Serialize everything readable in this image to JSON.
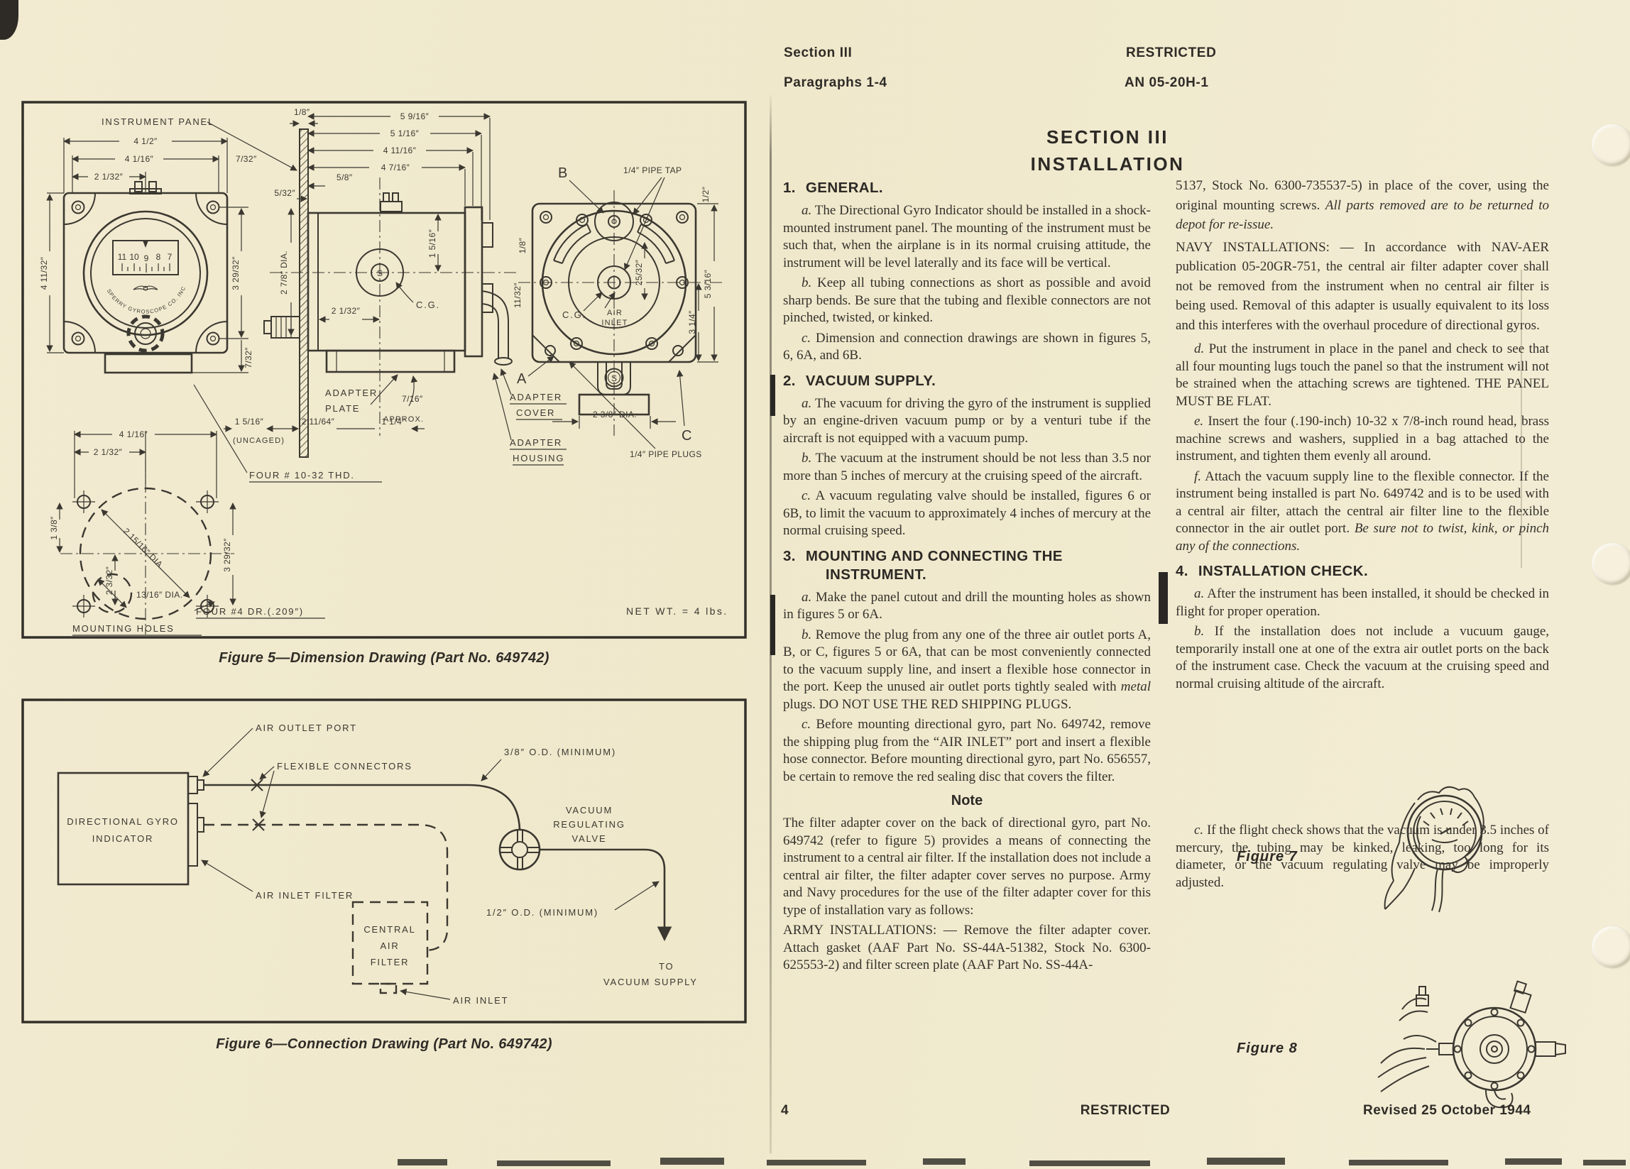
{
  "page": {
    "header": {
      "section": "Section III",
      "paragraphs": "Paragraphs 1-4",
      "restricted": "RESTRICTED",
      "doc_number": "AN 05-20H-1"
    },
    "title": {
      "line1": "SECTION III",
      "line2": "INSTALLATION"
    },
    "footer": {
      "page_number": "4",
      "restricted": "RESTRICTED",
      "revised": "Revised 25 October 1944"
    }
  },
  "figure5": {
    "caption": "Figure 5—Dimension Drawing (Part No. 649742)",
    "labels": {
      "instrument_panel": "INSTRUMENT PANEL",
      "adapter_plate1": "ADAPTER",
      "adapter_plate2": "PLATE",
      "uncaged": "(UNCAGED)",
      "four_10_32": "FOUR # 10-32 THD.",
      "mounting_holes": "MOUNTING HOLES",
      "four_4dr": "FOUR #4 DR.(.209″)",
      "adapter_cover1": "ADAPTER",
      "adapter_cover2": "COVER",
      "adapter_housing1": "ADAPTER",
      "adapter_housing2": "HOUSING",
      "pipe_plugs": "1/4″ PIPE PLUGS",
      "pipe_tap": "1/4″ PIPE TAP",
      "air1": "AIR",
      "air2": "INLET",
      "cg_side": "C.G.",
      "cg_rear": "C.G.",
      "a": "A",
      "b": "B",
      "c": "C",
      "s_side": "S",
      "s_rear": "S",
      "net_wt": "NET WT. = 4 lbs.",
      "approx": "APPROX.",
      "sperry": "SPERRY GYROSCOPE CO. INC. N.Y.",
      "n11": "11",
      "n10": "10",
      "n9": "9",
      "n8": "8",
      "n7": "7"
    },
    "dims": {
      "w45": "4 1/2″",
      "w4116": "4 1/16″",
      "w2132": "2 1/32″",
      "w732": "7/32″",
      "h41132": "4 11/32″",
      "h32932": "3 29/32″",
      "h732": "7/32″",
      "p18": "1/8″",
      "d5916": "5 9/16″",
      "d5116": "5 1/16″",
      "d41116": "4 11/16″",
      "d4716": "4 7/16″",
      "d58": "5/8″",
      "d532": "5/32″",
      "dia278": "2 7/8″ DIA.",
      "v1516": "1 5/16″",
      "s2132": "2 1/32″",
      "b1516": "1 5/16″",
      "b21164": "2 11/64″",
      "b716": "7/16″",
      "b114": "1 1/4″",
      "r18": "1/8″",
      "r1132": "11/32″",
      "r2532": "25/32″",
      "r5316": "5 3/16″",
      "r314": "3 1/4″",
      "r12": "1/2″",
      "dia238": "2 3/8″ DIA.",
      "m4116": "4 1/16″",
      "m2132": "2 1/32″",
      "m138": "1 3/8″",
      "m2332": "2 3/32″",
      "m32932": "3 29/32″",
      "dia21516": "2 15/16″ DIA.",
      "dia1316": "13/16″ DIA."
    }
  },
  "figure6": {
    "caption": "Figure 6—Connection Drawing (Part No. 649742)",
    "labels": {
      "air_outlet_port": "AIR OUTLET PORT",
      "flexible_connectors": "FLEXIBLE CONNECTORS",
      "dgi1": "DIRECTIONAL  GYRO",
      "dgi2": "INDICATOR",
      "air_inlet_filter": "AIR INLET FILTER",
      "od38": "3/8″ O.D. (MINIMUM)",
      "vrv1": "VACUUM",
      "vrv2": "REGULATING",
      "vrv3": "VALVE",
      "od12": "1/2″ O.D. (MINIMUM)",
      "to1": "TO",
      "to2": "VACUUM  SUPPLY",
      "caf1": "CENTRAL",
      "caf2": "AIR",
      "caf3": "FILTER",
      "air_inlet": "AIR INLET"
    }
  },
  "col1": {
    "h1": {
      "num": "1.",
      "text": "GENERAL."
    },
    "a1": {
      "lead": "a.",
      "text": "The Directional Gyro Indicator should be installed in a shock-mounted instrument panel. The mounting of the instrument must be such that, when the airplane is in its normal cruising attitude, the instrument will be level laterally and its face will be vertical."
    },
    "b1": {
      "lead": "b.",
      "text": "Keep all tubing connections as short as possible and avoid sharp bends. Be sure that the tubing and flexible connectors are not pinched, twisted, or kinked."
    },
    "c1": {
      "lead": "c.",
      "text": "Dimension and connection drawings are shown in figures 5, 6, 6A, and 6B."
    },
    "h2": {
      "num": "2.",
      "text": "VACUUM SUPPLY."
    },
    "a2": {
      "lead": "a.",
      "text": "The vacuum for driving the gyro of the instrument is supplied by an engine-driven vacuum pump or by a venturi tube if the aircraft is not equipped with a vacuum pump."
    },
    "b2": {
      "lead": "b.",
      "text": "The vacuum at the instrument should be not less than 3.5 nor more than 5 inches of mercury at the cruising speed of the aircraft."
    },
    "c2": {
      "lead": "c.",
      "text": "A vacuum regulating valve should be installed, figures 6 or 6B, to limit the vacuum to approximately 4 inches of mercury at the normal cruising speed."
    },
    "h3": {
      "num": "3.",
      "line1": "MOUNTING AND CONNECTING THE",
      "line2": "INSTRUMENT."
    },
    "a3": {
      "lead": "a.",
      "text": "Make the panel cutout and drill the mounting holes as shown in figures 5 or 6A."
    },
    "b3": {
      "lead": "b.",
      "t1": "Remove the plug from any one of the three air outlet ports A, B, or C, figures 5 or 6A, that can be most conveniently connected to the vacuum supply line, and insert a flexible hose connector in the port. Keep the unused air outlet ports tightly sealed with",
      "it": "metal",
      "t2": "plugs. DO NOT USE THE RED SHIPPING PLUGS."
    },
    "c3": {
      "lead": "c.",
      "text": "Before mounting directional gyro, part No. 649742, remove the shipping plug from the “AIR INLET” port and insert a flexible hose connector. Before mounting directional gyro, part No. 656557, be certain to remove the red sealing disc that covers the filter."
    },
    "note_head": "Note",
    "note1": "The filter adapter cover on the back of directional gyro, part No. 649742 (refer to figure 5) provides a means of connecting the instrument to a central air filter. If the installation does not include a central air filter, the filter adapter cover serves no purpose. Army and Navy procedures for the use of the filter adapter cover for this type of installation vary as follows:",
    "army": "ARMY INSTALLATIONS: — Remove the filter adapter cover. Attach gasket (AAF Part No. SS-44A-51382, Stock No. 6300-625553-2) and filter screen plate (AAF Part No. SS-44A-"
  },
  "col2": {
    "cont": {
      "t1": "5137, Stock No. 6300-735537-5) in place of the cover, using the original mounting screws.",
      "it": "All parts removed are to be returned to depot for re-issue."
    },
    "navy": "NAVY INSTALLATIONS: — In accordance with NAV-AER publication 05-20GR-751, the central air filter adapter cover shall not be removed from the instrument when no central air filter is being used. Removal of this adapter is usually equivalent to its loss and this interferes with the overhaul procedure of directional gyros.",
    "d": {
      "lead": "d.",
      "text": "Put the instrument in place in the panel and check to see that all four mounting lugs touch the panel so that the instrument will not be strained when the attaching screws are tightened. THE PANEL MUST BE FLAT."
    },
    "e": {
      "lead": "e.",
      "text": "Insert the four (.190-inch) 10-32 x 7/8-inch round head, brass machine screws and washers, supplied in a bag attached to the instrument, and tighten them evenly all around."
    },
    "f": {
      "lead": "f.",
      "t1": "Attach the vacuum supply line to the flexible connector. If the instrument being installed is part No. 649742 and is to be used with a central air filter, attach the central air filter line to the flexible connector in the air outlet port.",
      "it": "Be sure not to twist, kink, or pinch any of the connections."
    },
    "h4": {
      "num": "4.",
      "text": "INSTALLATION CHECK."
    },
    "a4": {
      "lead": "a.",
      "text": "After the instrument has been installed, it should be checked in flight for proper operation."
    },
    "b4": {
      "lead": "b.",
      "text": "If the installation does not include a vucuum gauge, temporarily install one at one of the extra air outlet ports on the back of the instrument case. Check the vacuum at the cruising speed and normal cruising altitude of the aircraft."
    },
    "c4": {
      "lead": "c.",
      "text": "If the flight check shows that the vacuum is under 3.5 inches of mercury, the tubing may be kinked, leaking, too long for its diameter, or the vacuum regulating valve may be improperly adjusted."
    },
    "fig7_label": "Figure 7",
    "fig8_label": "Figure 8"
  }
}
